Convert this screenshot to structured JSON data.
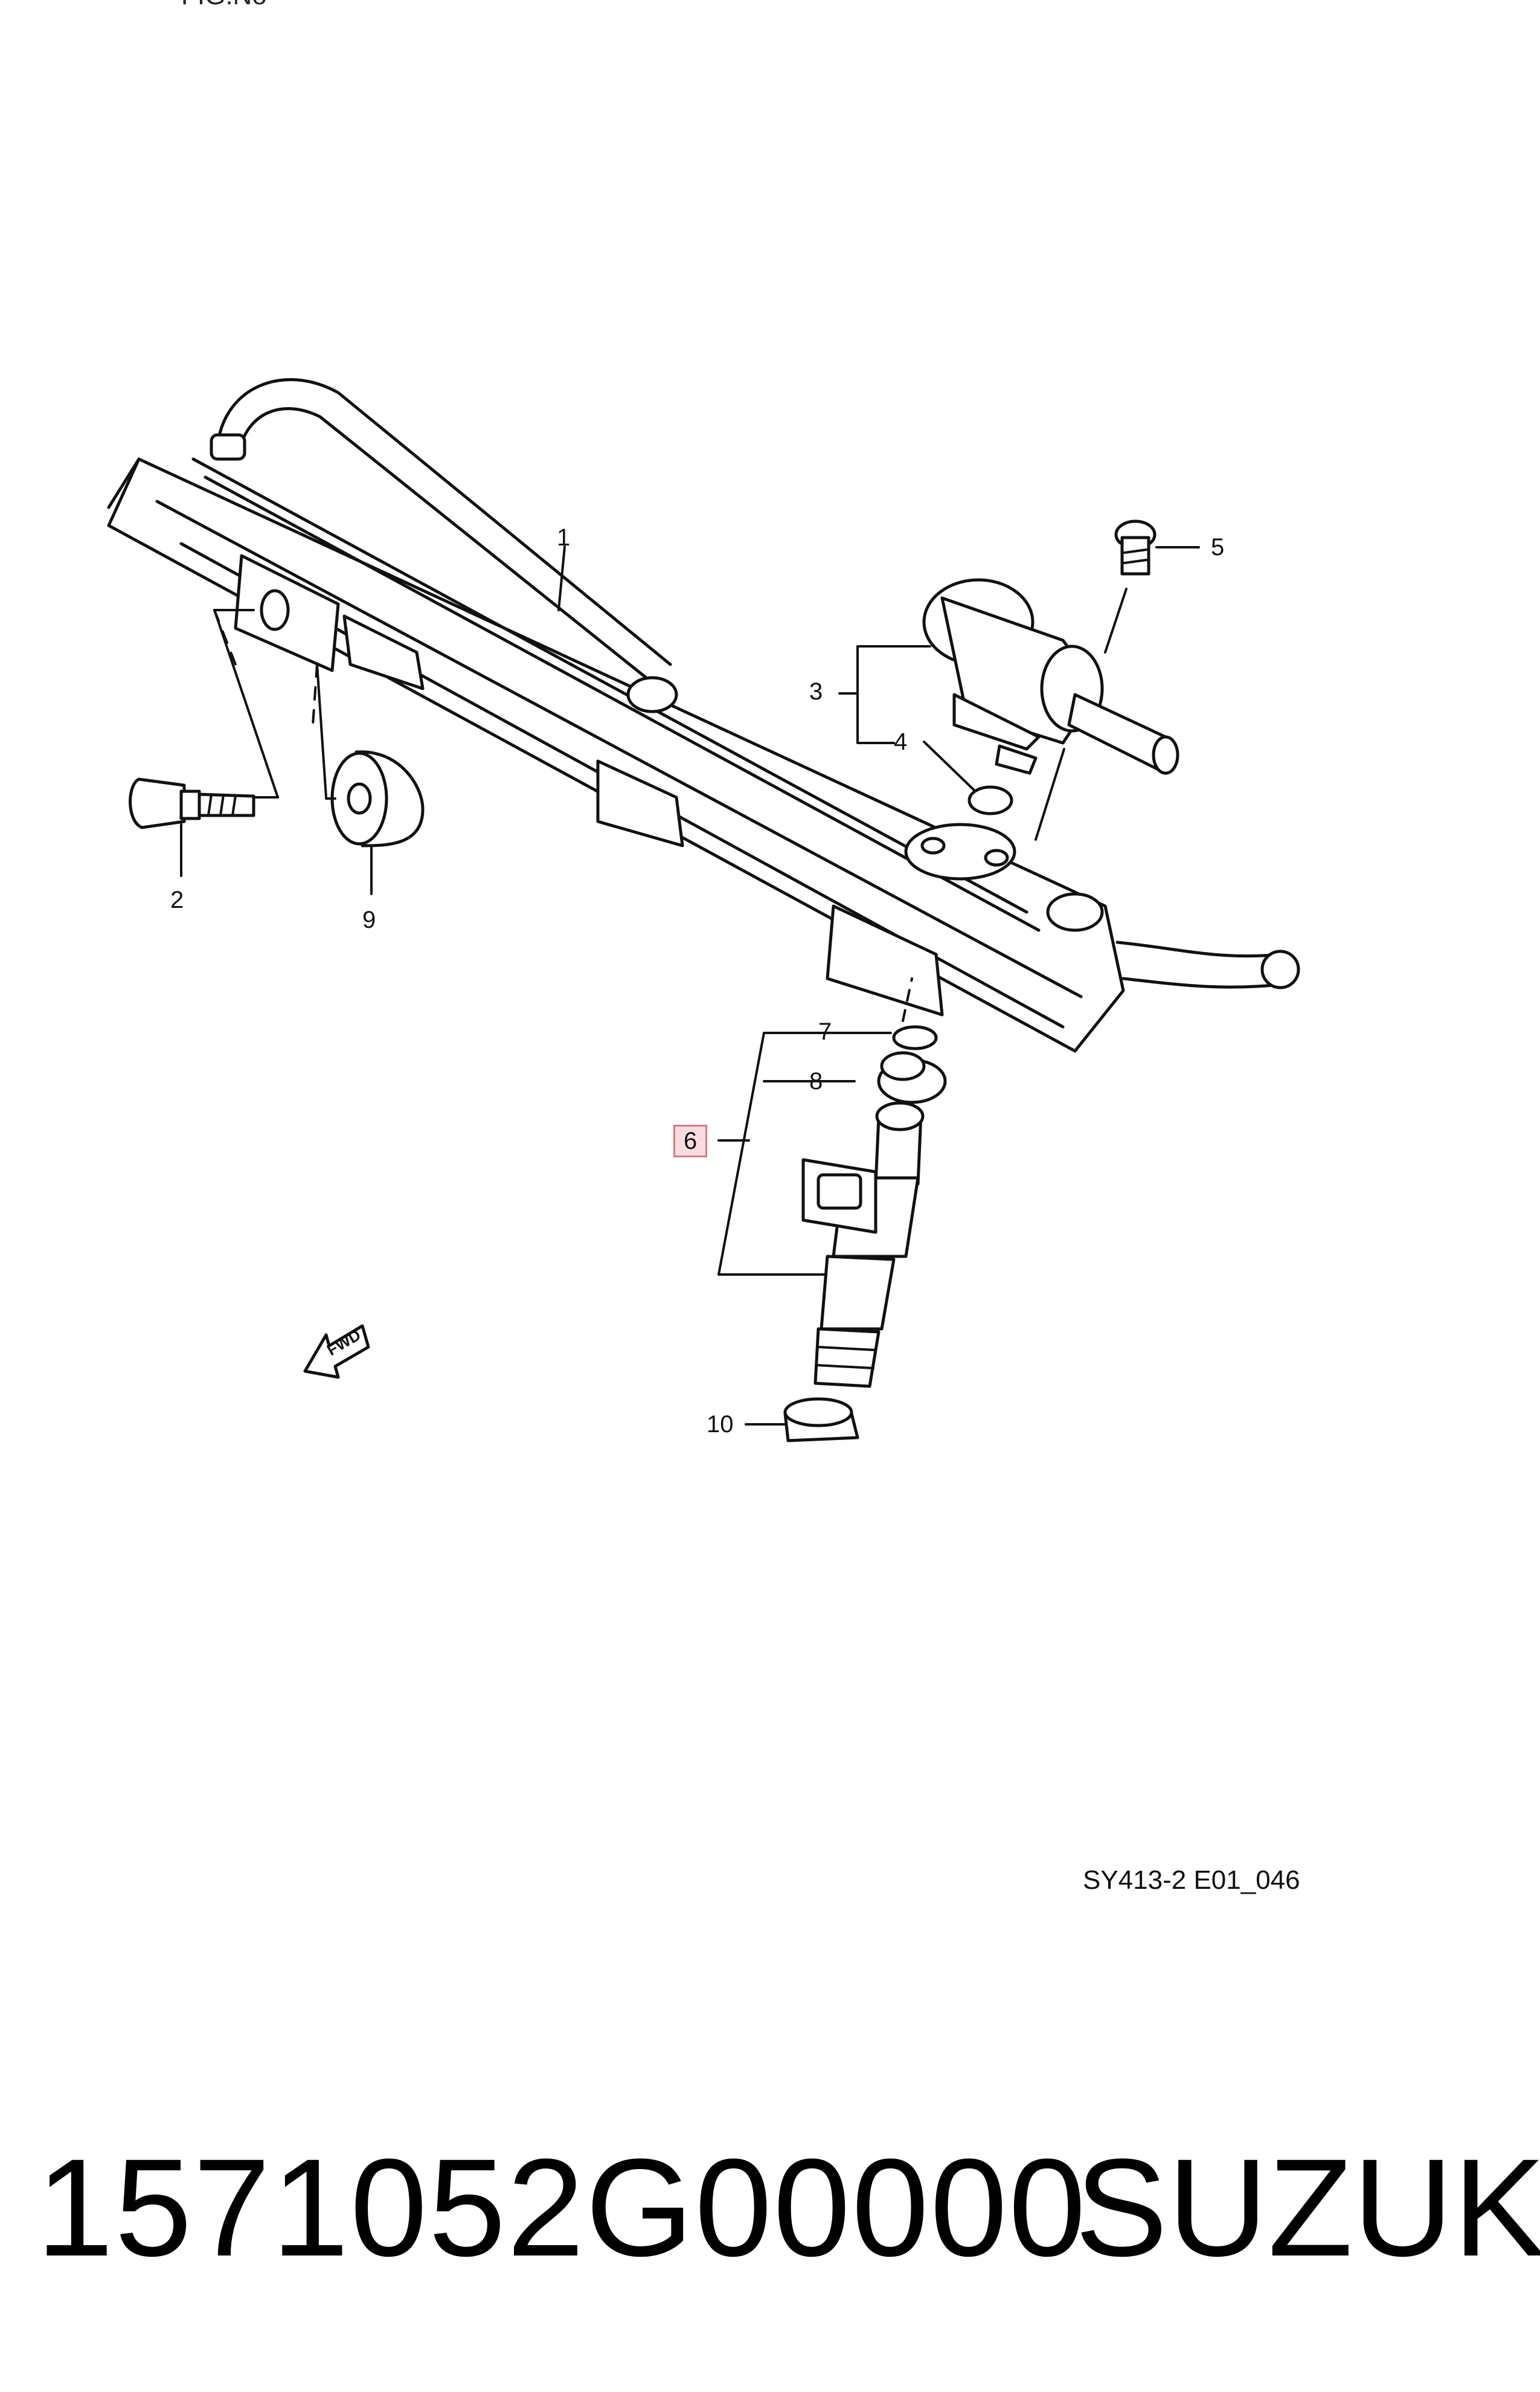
{
  "diagram": {
    "top_fragment": "FIG.No",
    "code": "SY413-2 E01_046",
    "callouts": [
      {
        "id": "1",
        "label": "1"
      },
      {
        "id": "2",
        "label": "2"
      },
      {
        "id": "3",
        "label": "3"
      },
      {
        "id": "4",
        "label": "4"
      },
      {
        "id": "5",
        "label": "5"
      },
      {
        "id": "6",
        "label": "6",
        "highlighted": true
      },
      {
        "id": "7",
        "label": "7"
      },
      {
        "id": "8",
        "label": "8"
      },
      {
        "id": "9",
        "label": "9"
      },
      {
        "id": "10",
        "label": "10"
      }
    ],
    "fwd_label": "FWD",
    "highlight_color": "#f8dde0",
    "highlight_border": "#d47a84"
  },
  "footer": {
    "part_number": "1571052G00000",
    "brand": "SUZUKI"
  }
}
